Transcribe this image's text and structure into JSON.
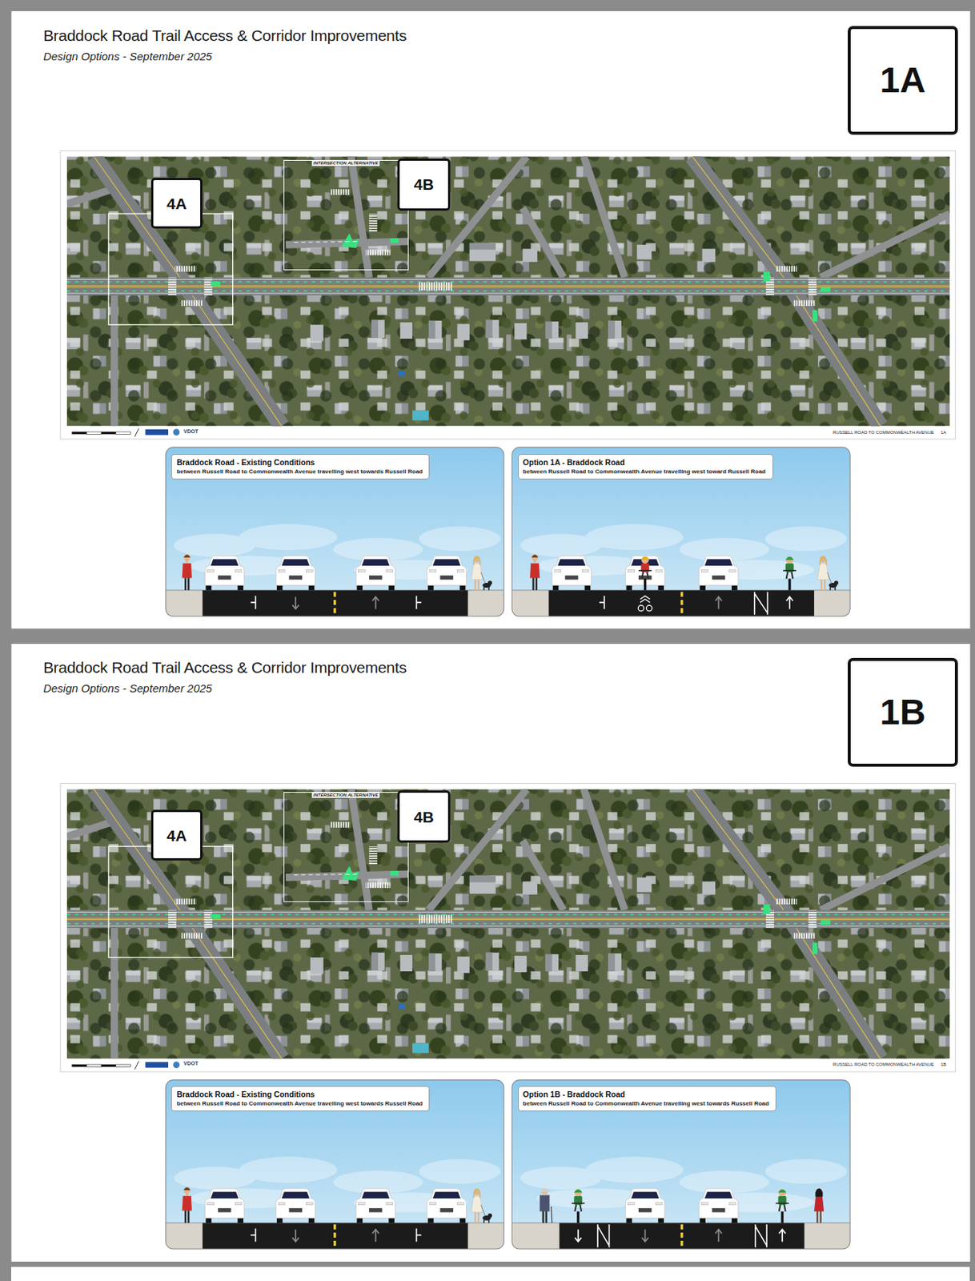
{
  "diagram": {
    "title": "Braddock Road Trail Access & Corridor Improvements",
    "nodes": [
      {
        "text": [
          "1A"
        ]
      },
      {
        "text": [
          "INTERSECTION ALTERNATIVE"
        ]
      },
      {
        "text": [
          "4A"
        ]
      },
      {
        "text": [
          "4B"
        ]
      },
      {
        "text": [
          "Braddock Road - Existing Conditions",
          "between Russell Road to Commonwealth Avenue travelling west towards Russell Road"
        ]
      },
      {
        "text": [
          "Option 1A - Braddock Road",
          "between Russell Road to Commonwealth Avenue travelling west toward Russell Road"
        ]
      },
      {
        "text": [
          "1B"
        ]
      },
      {
        "text": [
          "INTERSECTION ALTERNATIVE"
        ]
      },
      {
        "text": [
          "4A"
        ]
      },
      {
        "text": [
          "4B"
        ]
      },
      {
        "text": [
          "Braddock Road - Existing Conditions",
          "between Russell Road to Commonwealth Avenue travelling west towards Russell Road"
        ]
      },
      {
        "text": [
          "Option 1B - Braddock Road",
          "between Russell Road to Commonwealth Avenue travelling west towards Russell Road"
        ]
      }
    ],
    "labels": [
      "Design Options - September 2025",
      "VDOT",
      "RUSSELL ROAD TO COMMONWEALTH AVENUE",
      "1A",
      "Braddock Road Trail Access & Corridor Improvements",
      "Design Options - September 2025",
      "VDOT",
      "RUSSELL ROAD TO COMMONWEALTH AVENUE",
      "1B"
    ]
  }
}
